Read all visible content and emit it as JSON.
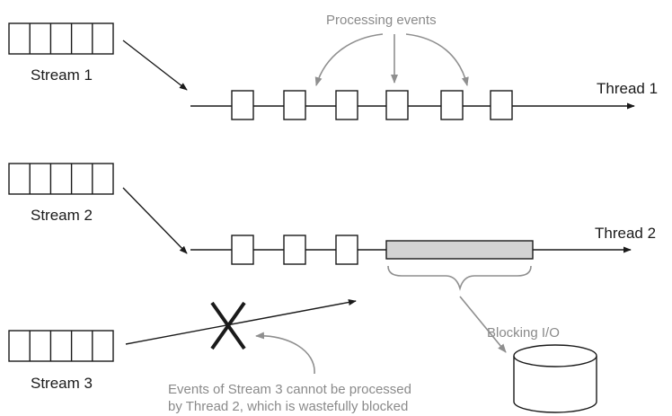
{
  "streams": [
    {
      "label": "Stream 1",
      "cells": 5
    },
    {
      "label": "Stream 2",
      "cells": 5
    },
    {
      "label": "Stream 3",
      "cells": 5
    }
  ],
  "threads": [
    {
      "label": "Thread 1",
      "events": 6
    },
    {
      "label": "Thread 2",
      "events": 3
    }
  ],
  "annotations": {
    "processing_events": "Processing events",
    "blocking_io": "Blocking I/O",
    "blocked_note_line1": "Events of Stream 3 cannot be processed",
    "blocked_note_line2": "by Thread 2, which is wastefully blocked"
  },
  "colors": {
    "ink": "#1a1a1a",
    "annotation": "#8a8a8a",
    "blocking_bar": "#d3d3d3"
  }
}
